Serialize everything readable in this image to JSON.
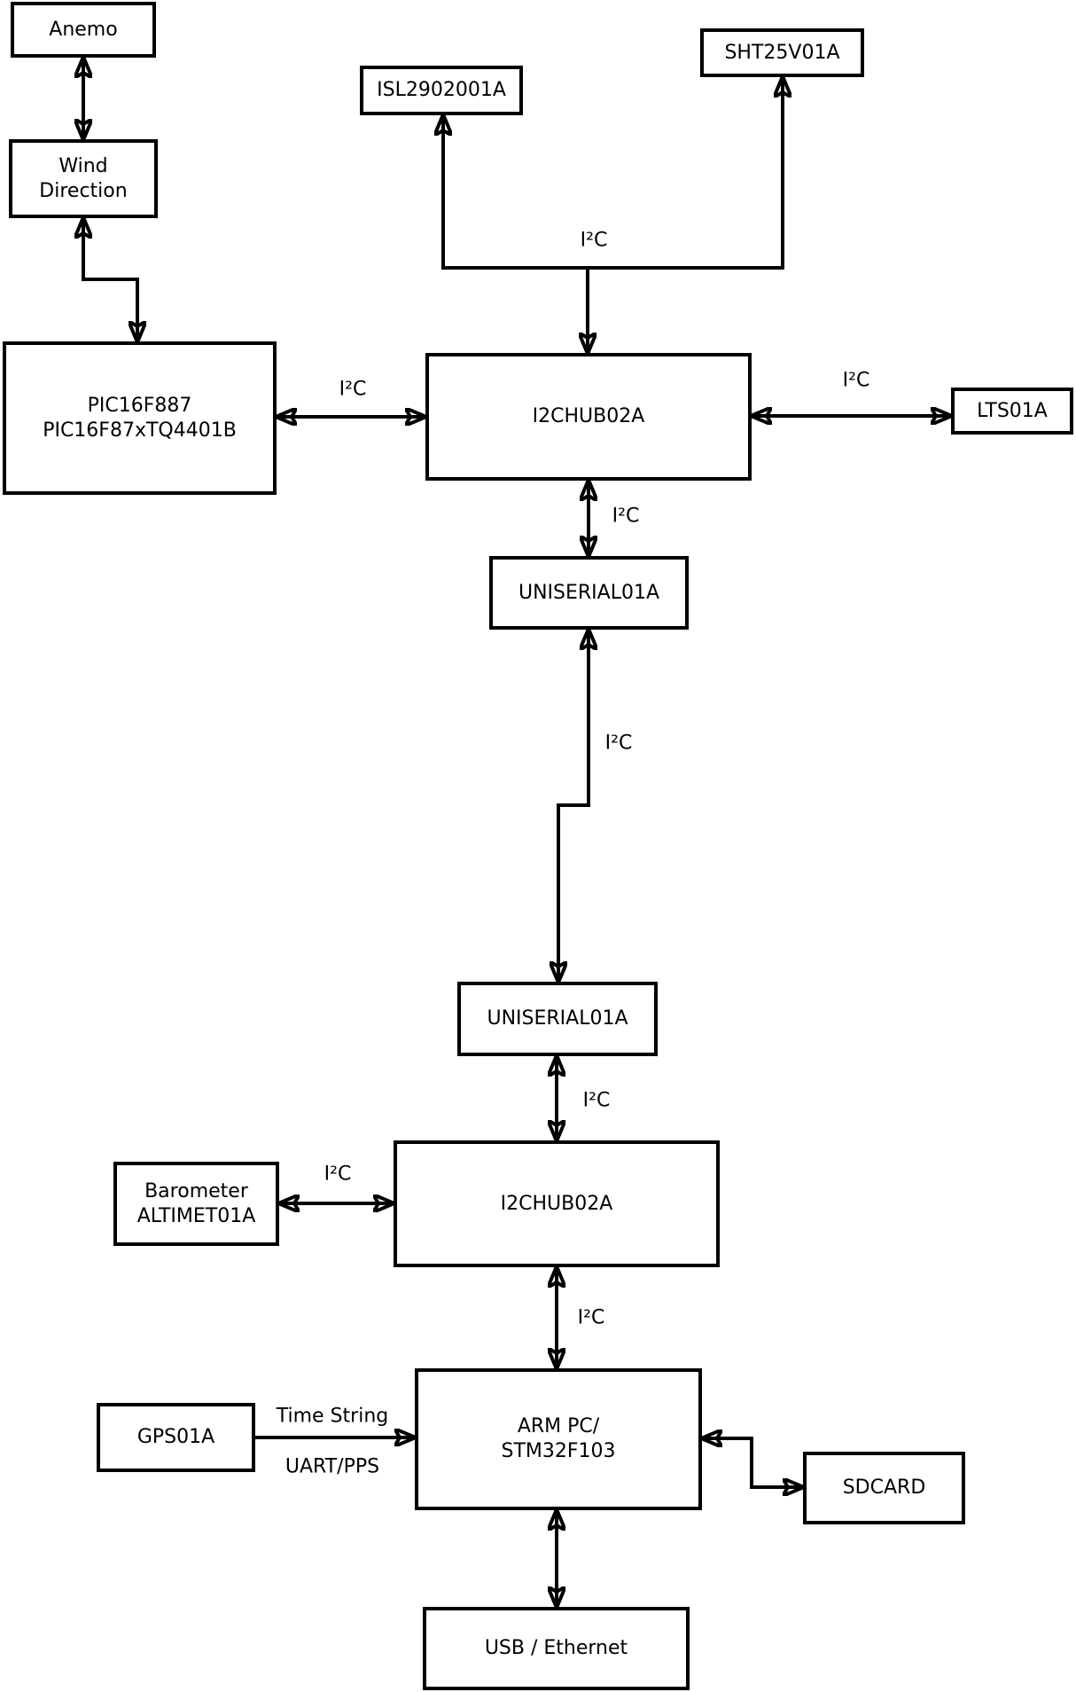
{
  "diagram": {
    "background": "#ffffff",
    "stroke_color": "#000000",
    "boxes": {
      "anemo": {
        "label": "Anemo"
      },
      "wind_direction": {
        "label": "Wind\nDirection"
      },
      "isl2902001a": {
        "label": "ISL2902001A"
      },
      "sht25v01a": {
        "label": "SHT25V01A"
      },
      "pic16f887": {
        "label": "PIC16F887\nPIC16F87xTQ4401B"
      },
      "i2chub02a_top": {
        "label": "I2CHUB02A"
      },
      "lts01a": {
        "label": "LTS01A"
      },
      "uniserial01a_upper": {
        "label": "UNISERIAL01A"
      },
      "uniserial01a_lower": {
        "label": "UNISERIAL01A"
      },
      "i2chub02a_bottom": {
        "label": "I2CHUB02A"
      },
      "barometer_altimet01a": {
        "label": "Barometer\nALTIMET01A"
      },
      "gps01a": {
        "label": "GPS01A"
      },
      "arm_pc_stm32f103": {
        "label": "ARM PC/\nSTM32F103"
      },
      "sdcard": {
        "label": "SDCARD"
      },
      "usb_ethernet": {
        "label": "USB / Ethernet"
      }
    },
    "connection_labels": {
      "bus_top_i2c": "I²C",
      "pic_to_hub_i2c": "I²C",
      "hub_to_lts_i2c": "I²C",
      "hub_to_uniserial_i2c": "I²C",
      "uniserial_to_uniserial_i2c": "I²C",
      "uniserial_to_hub2_i2c": "I²C",
      "barometer_to_hub2_i2c": "I²C",
      "hub2_to_arm_i2c": "I²C",
      "gps_to_arm_time": "Time String",
      "gps_to_arm_uart": "UART/PPS"
    }
  }
}
